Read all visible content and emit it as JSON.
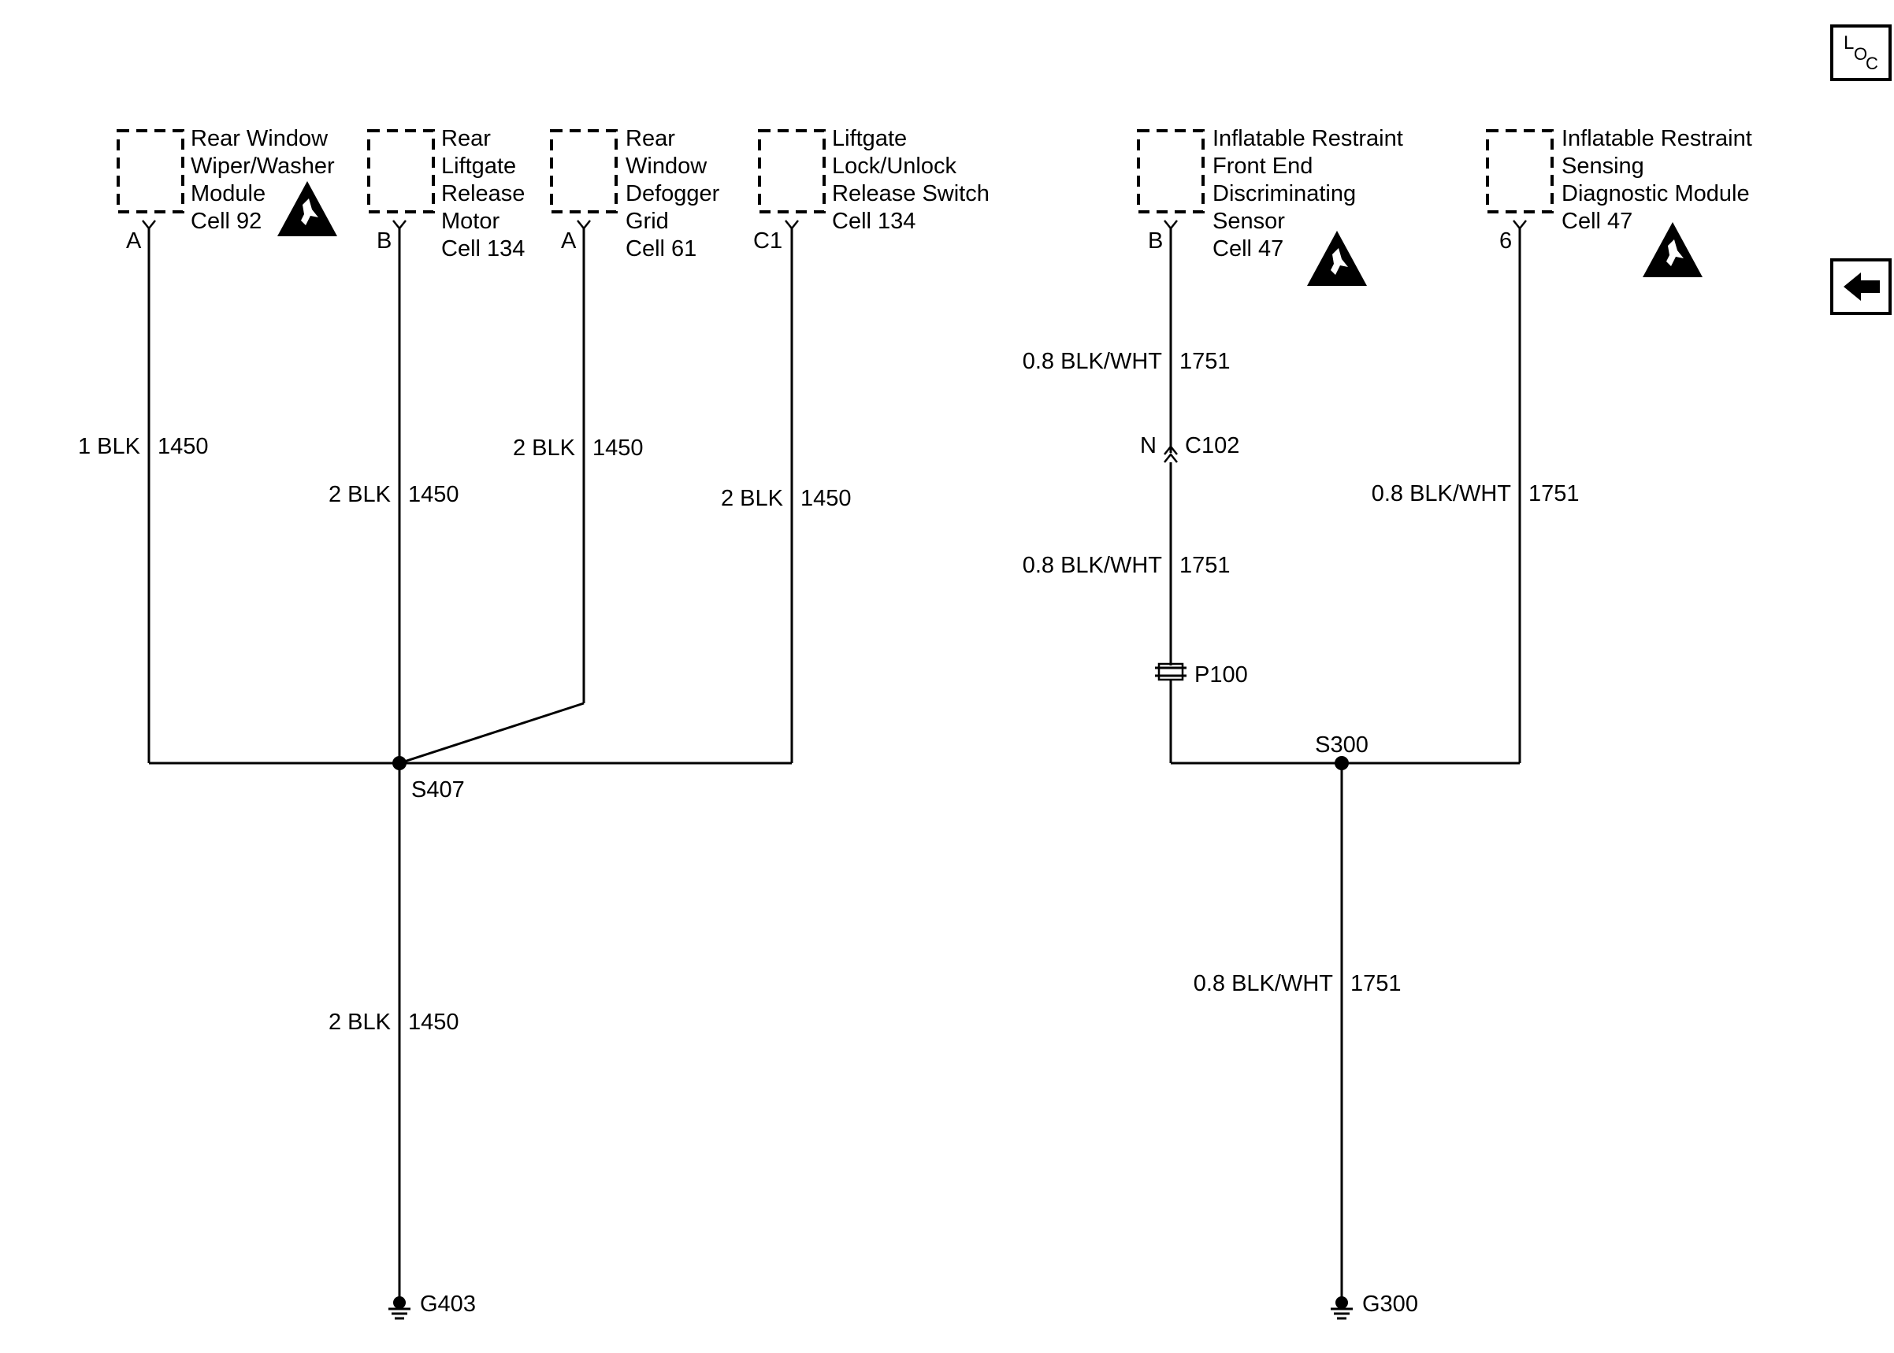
{
  "components": {
    "rear_wiper_module": {
      "lines": [
        "Rear Window",
        "Wiper/Washer",
        "Module",
        "Cell 92"
      ],
      "pin": "A"
    },
    "liftgate_release_motor": {
      "lines": [
        "Rear",
        "Liftgate",
        "Release",
        "Motor",
        "Cell 134"
      ],
      "pin": "B"
    },
    "rear_defogger_grid": {
      "lines": [
        "Rear",
        "Window",
        "Defogger",
        "Grid",
        "Cell 61"
      ],
      "pin": "A"
    },
    "liftgate_lock_switch": {
      "lines": [
        "Liftgate",
        "Lock/Unlock",
        "Release Switch",
        "Cell 134"
      ],
      "pin": "C1"
    },
    "front_end_sensor": {
      "lines": [
        "Inflatable Restraint",
        "Front End",
        "Discriminating",
        "Sensor",
        "Cell 47"
      ],
      "pin": "B"
    },
    "sensing_diag_module": {
      "lines": [
        "Inflatable Restraint",
        "Sensing",
        "Diagnostic Module",
        "Cell 47"
      ],
      "pin": "6"
    }
  },
  "wires": {
    "w1": {
      "color": "1 BLK",
      "circuit": "1450"
    },
    "w2": {
      "color": "2 BLK",
      "circuit": "1450"
    },
    "w3": {
      "color": "2 BLK",
      "circuit": "1450"
    },
    "w4": {
      "color": "2 BLK",
      "circuit": "1450"
    },
    "w5": {
      "color": "2 BLK",
      "circuit": "1450"
    },
    "w6": {
      "color": "0.8 BLK/WHT",
      "circuit": "1751"
    },
    "w7": {
      "color": "0.8 BLK/WHT",
      "circuit": "1751"
    },
    "w8": {
      "color": "0.8 BLK/WHT",
      "circuit": "1751"
    },
    "w9": {
      "color": "0.8 BLK/WHT",
      "circuit": "1751"
    }
  },
  "connectors": {
    "c102": {
      "name": "C102",
      "pin": "N"
    },
    "p100": {
      "name": "P100"
    }
  },
  "splices": {
    "s407": "S407",
    "s300": "S300"
  },
  "grounds": {
    "g403": "G403",
    "g300": "G300"
  },
  "nav": {
    "loc_icon": {
      "L": "L",
      "O": "O",
      "C": "C"
    }
  },
  "icons": {
    "esd": "esd-warning-icon",
    "back": "back-arrow-icon",
    "ground": "ground-icon"
  }
}
